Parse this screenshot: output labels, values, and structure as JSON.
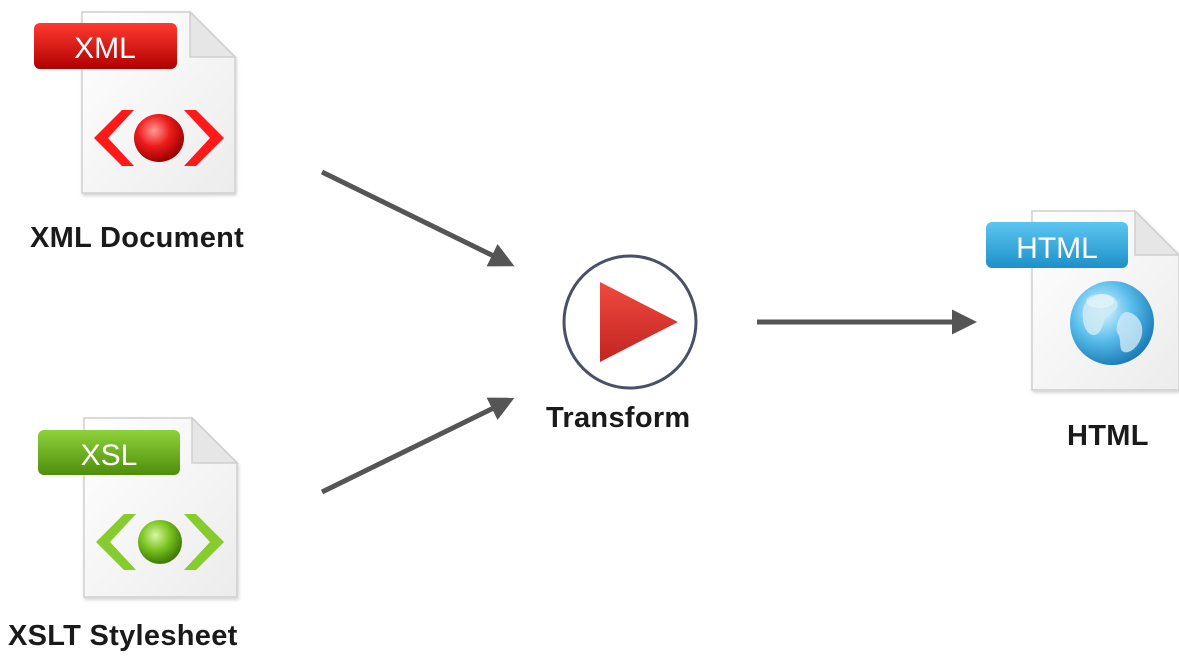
{
  "nodes": {
    "xml": {
      "badge": "XML",
      "label": "XML Document",
      "color": "#d40e0e"
    },
    "xsl": {
      "badge": "XSL",
      "label": "XSLT Stylesheet",
      "color": "#5da20f"
    },
    "transform": {
      "label": "Transform",
      "color": "#d8312c"
    },
    "html": {
      "badge": "HTML",
      "label": "HTML",
      "color": "#29a3dc"
    }
  },
  "edges": [
    {
      "from": "xml",
      "to": "transform"
    },
    {
      "from": "xsl",
      "to": "transform"
    },
    {
      "from": "transform",
      "to": "html"
    }
  ],
  "icons": {
    "xml": "xml-file-icon",
    "xsl": "xsl-file-icon",
    "transform": "play-icon",
    "html": "html-file-icon"
  }
}
